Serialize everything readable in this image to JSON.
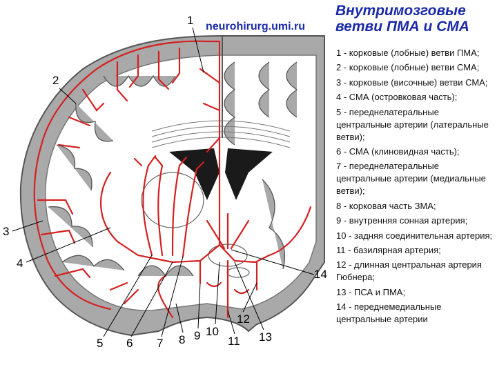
{
  "watermark": "neurohirurg.umi.ru",
  "title": {
    "line1": "Внутримозговые",
    "line2": "ветви ПМА и СМА"
  },
  "colors": {
    "artery": "#d42020",
    "title": "#1a2aa8",
    "cortex_fill": "#a9a9a9",
    "ventricle": "#1a1a1a"
  },
  "figure_labels": [
    "1",
    "2",
    "3",
    "4",
    "5",
    "6",
    "7",
    "8",
    "9",
    "10",
    "11",
    "12",
    "13",
    "14"
  ],
  "legend": [
    "1 - корковые (лобные) ветви ПМА;",
    "2 - корковые (лобные) ветви СМА;",
    "3 - корковые (височные) ветви СМА;",
    "4 - СМА (островковая часть);",
    "5 - переднелатеральные центральные артерии (латеральные ветви);",
    "6 - СМА (клиновидная часть);",
    "7 - переднелатеральные центральные артерии (медиальные ветви);",
    "8 - корковая часть ЗМА;",
    "9 - внутренняя сонная артерия;",
    "10 - задняя соединительная артерия;",
    "11 - базилярная артерия;",
    "12 - длинная центральная артерия Гюбнера;",
    "13 - ПСА и ПМА;",
    "14 - переднемедиальные центральные артерии"
  ]
}
